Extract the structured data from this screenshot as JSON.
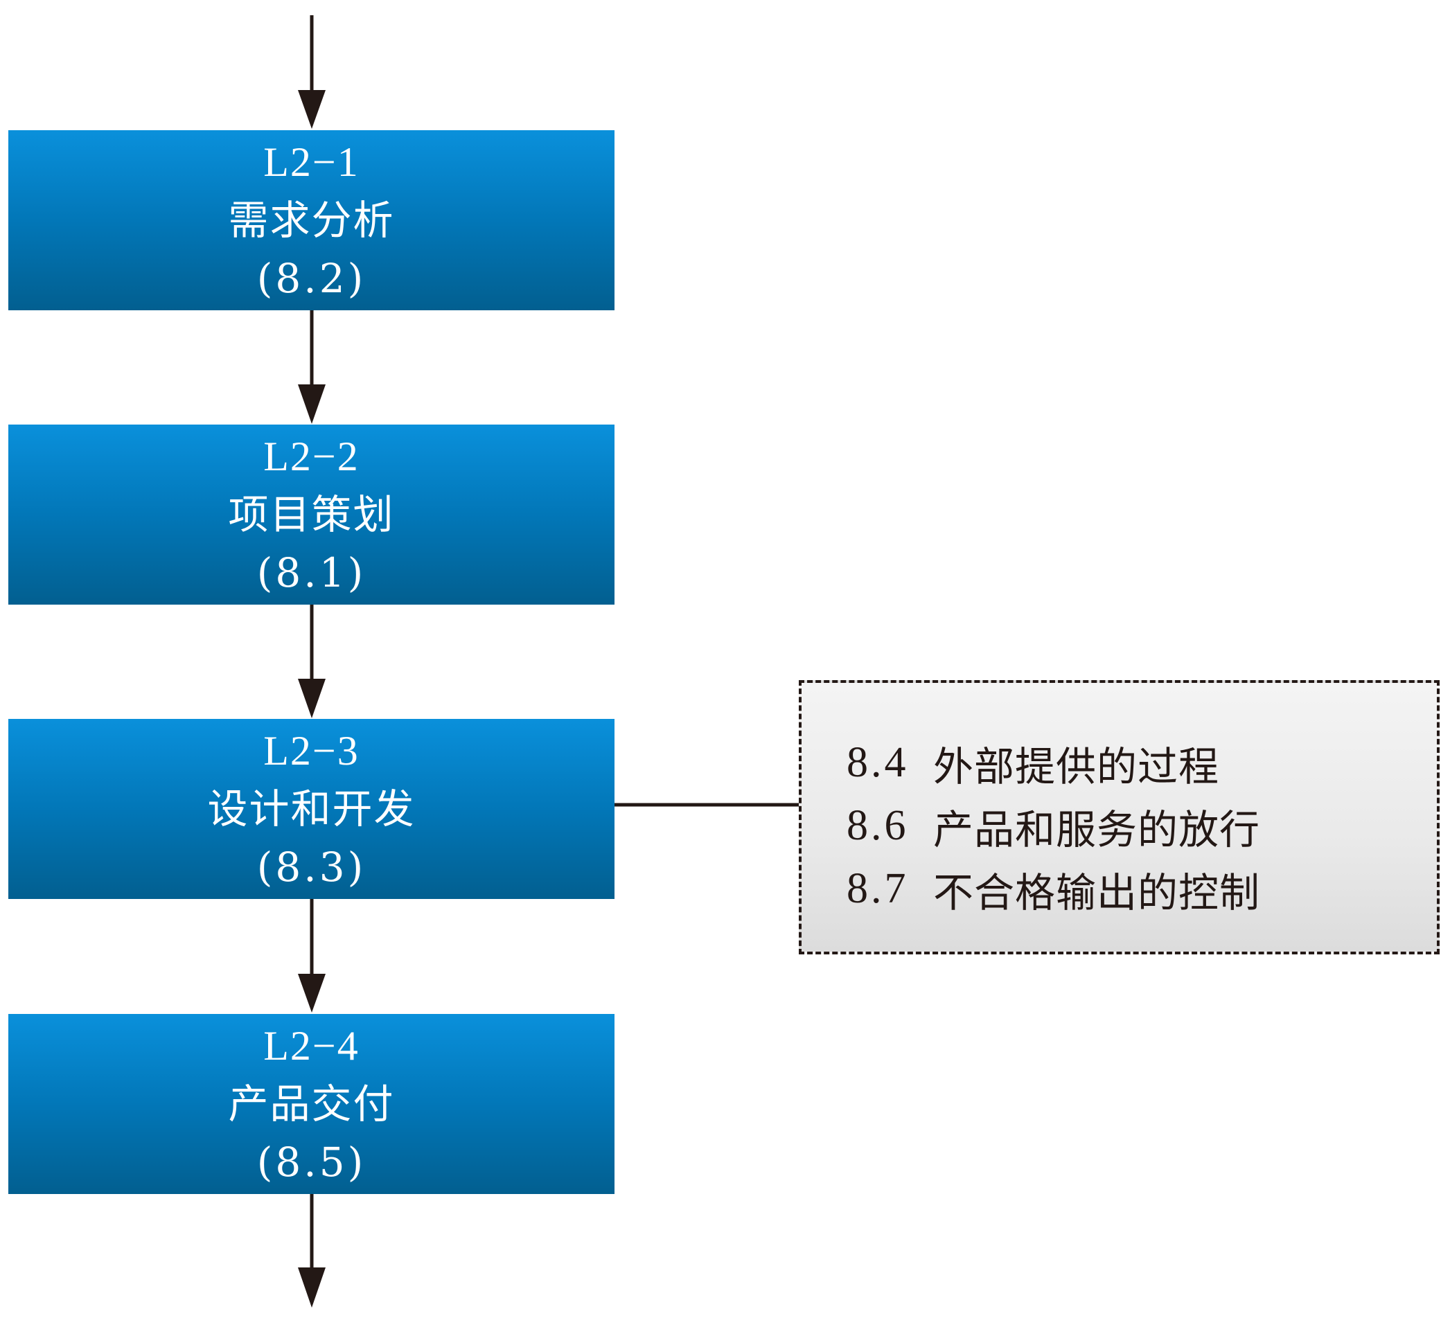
{
  "steps": [
    {
      "code": "L2−1",
      "name": "需求分析",
      "section": "(8.2)"
    },
    {
      "code": "L2−2",
      "name": "项目策划",
      "section": "(8.1)"
    },
    {
      "code": "L2−3",
      "name": "设计和开发",
      "section": "(8.3)"
    },
    {
      "code": "L2−4",
      "name": "产品交付",
      "section": "(8.5)"
    }
  ],
  "side_box": {
    "items": [
      {
        "num": "8.4",
        "label": "外部提供的过程"
      },
      {
        "num": "8.6",
        "label": "产品和服务的放行"
      },
      {
        "num": "8.7",
        "label": "不合格输出的控制"
      }
    ]
  },
  "colors": {
    "box_top": "#0a90db",
    "box_bottom": "#025f90",
    "arrow": "#231815",
    "side_bg": "#ececec",
    "text_white": "#ffffff"
  }
}
